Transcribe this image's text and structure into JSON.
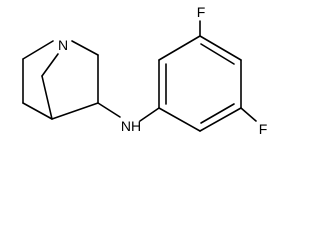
{
  "molecule": {
    "atoms": {
      "n_ring": "N",
      "nh": "NH",
      "f_top": "F",
      "f_bottom": "F"
    },
    "colors": {
      "bond": "#000000",
      "label": "#000000",
      "background": "#ffffff"
    }
  }
}
